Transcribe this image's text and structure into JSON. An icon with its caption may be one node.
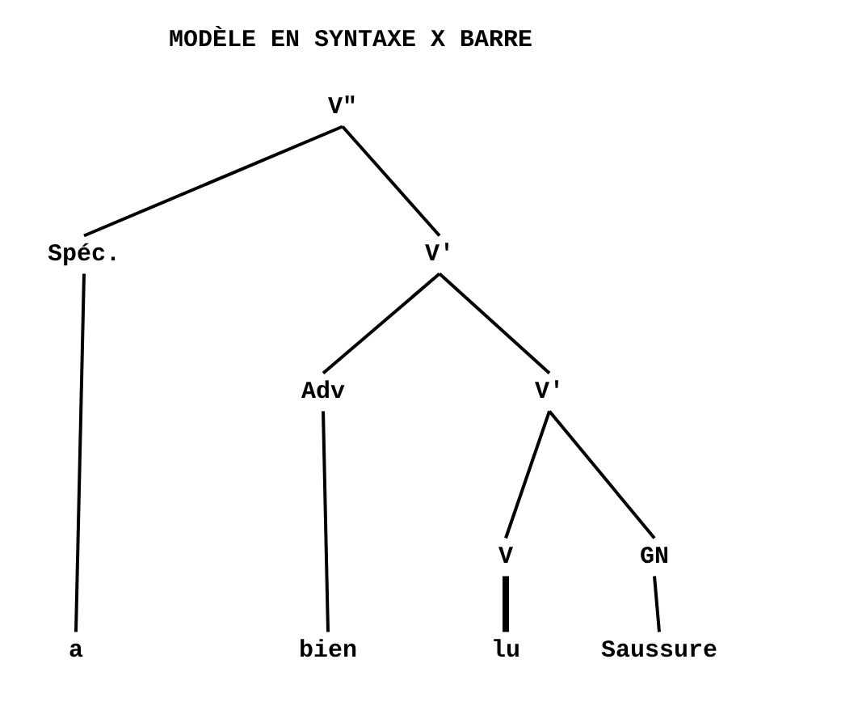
{
  "diagram": {
    "title": "MODÈLE EN SYNTAXE X BARRE",
    "nodes": [
      {
        "text": [
          "V\""
        ]
      },
      {
        "text": [
          "Spéc."
        ]
      },
      {
        "text": [
          "V'"
        ]
      },
      {
        "text": [
          "Adv"
        ]
      },
      {
        "text": [
          "V'"
        ]
      },
      {
        "text": [
          "V"
        ]
      },
      {
        "text": [
          "GN"
        ]
      },
      {
        "text": [
          "a"
        ]
      },
      {
        "text": [
          "bien"
        ]
      },
      {
        "text": [
          "lu"
        ]
      },
      {
        "text": [
          "Saussure"
        ]
      }
    ],
    "edges": [
      {
        "from": 0,
        "to": 1,
        "arrow": "none"
      },
      {
        "from": 0,
        "to": 2,
        "arrow": "none"
      },
      {
        "from": 1,
        "to": 7,
        "arrow": "none"
      },
      {
        "from": 2,
        "to": 3,
        "arrow": "none"
      },
      {
        "from": 2,
        "to": 4,
        "arrow": "none"
      },
      {
        "from": 3,
        "to": 8,
        "arrow": "none"
      },
      {
        "from": 4,
        "to": 5,
        "arrow": "none"
      },
      {
        "from": 4,
        "to": 6,
        "arrow": "none"
      },
      {
        "from": 5,
        "to": 9,
        "arrow": "none",
        "style": "thick"
      },
      {
        "from": 6,
        "to": 10,
        "arrow": "none"
      }
    ]
  }
}
